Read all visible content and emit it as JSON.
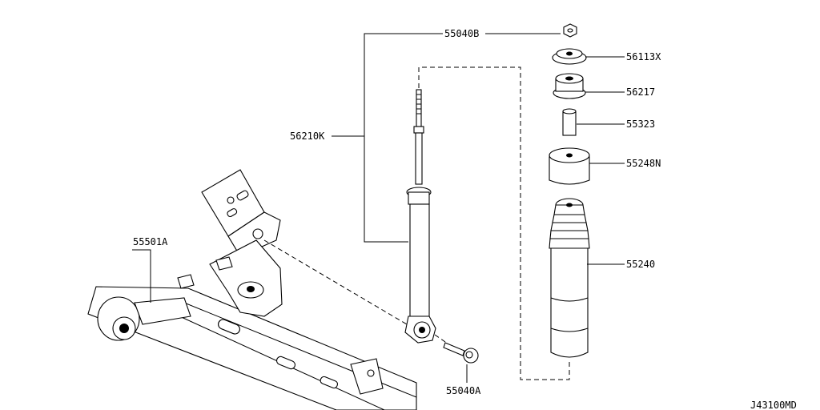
{
  "diagram": {
    "labels": {
      "nut_top": "55040B",
      "mount_seat": "56113X",
      "bushing": "56217",
      "spacer": "55323",
      "cap": "55248N",
      "shock_absorber": "56210K",
      "axle_beam": "55501A",
      "bound_bumper": "55240",
      "bolt_lower": "55040A",
      "drawing_code": "J43100MD"
    }
  }
}
